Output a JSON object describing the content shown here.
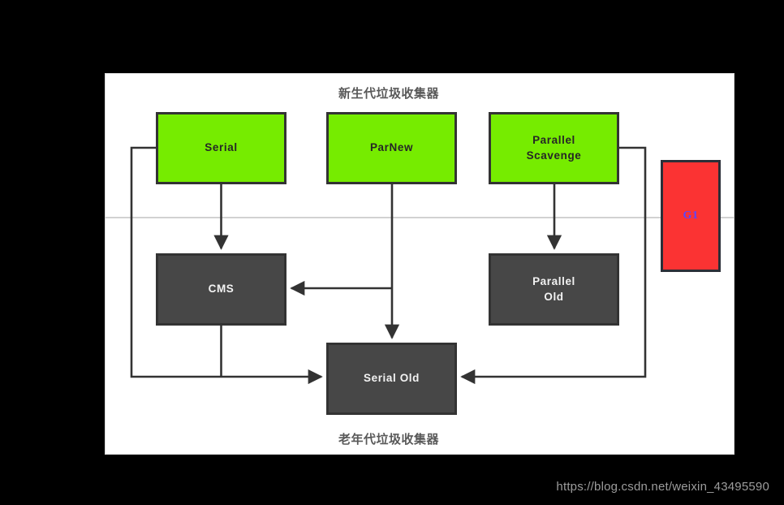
{
  "canvas": {
    "background": "#000000",
    "panel_background": "#ffffff"
  },
  "panel": {
    "young_caption": "新生代垃圾收集器",
    "old_caption": "老年代垃圾收集器",
    "divider_color": "#d2d2d2"
  },
  "colors": {
    "young_fill": "#76ec00",
    "old_fill": "#474747",
    "g1_fill": "#fb3333",
    "g1_text": "#5a47ff",
    "border": "#333333",
    "connector": "#333333",
    "caption_text": "#595959",
    "watermark_text": "#9c9c9c"
  },
  "collectors": {
    "young": [
      {
        "id": "serial",
        "label": "Serial"
      },
      {
        "id": "parnew",
        "label": "ParNew"
      },
      {
        "id": "parallel_scavenge",
        "label": "Parallel\nScavenge",
        "line1": "Parallel",
        "line2": "Scavenge"
      }
    ],
    "old": [
      {
        "id": "cms",
        "label": "CMS"
      },
      {
        "id": "parallel_old",
        "label": "Parallel\nOld",
        "line1": "Parallel",
        "line2": "Old"
      },
      {
        "id": "serial_old",
        "label": "Serial Old"
      }
    ],
    "both": [
      {
        "id": "g1",
        "label": "G1"
      }
    ]
  },
  "connections": [
    {
      "from": "Serial",
      "to": "CMS"
    },
    {
      "from": "Serial",
      "to": "Serial Old"
    },
    {
      "from": "ParNew",
      "to": "CMS"
    },
    {
      "from": "ParNew",
      "to": "Serial Old"
    },
    {
      "from": "CMS",
      "to": "Serial Old"
    },
    {
      "from": "Parallel Scavenge",
      "to": "Parallel Old"
    },
    {
      "from": "Parallel Scavenge",
      "to": "Serial Old"
    }
  ],
  "watermark": {
    "url": "https://blog.csdn.net/weixin_43495590"
  }
}
